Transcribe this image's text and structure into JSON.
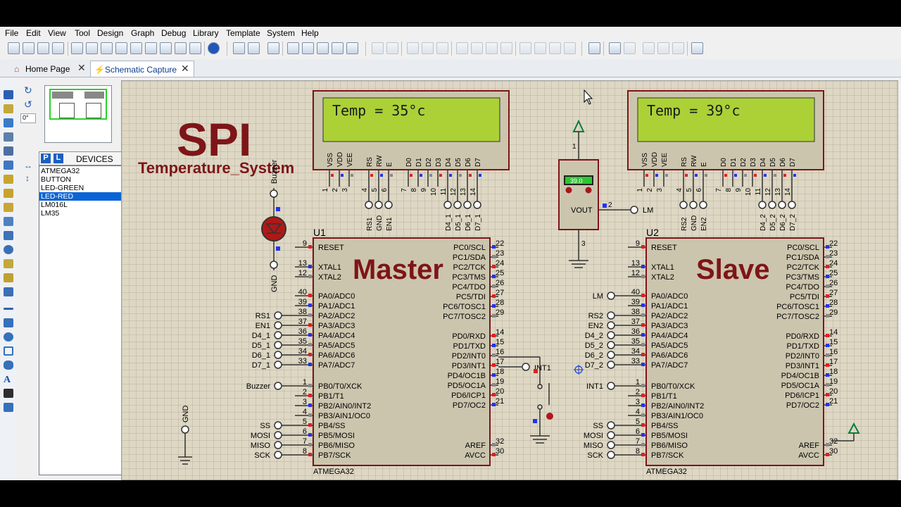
{
  "menu": [
    "File",
    "Edit",
    "View",
    "Tool",
    "Design",
    "Graph",
    "Debug",
    "Library",
    "Template",
    "System",
    "Help"
  ],
  "tabs": {
    "home": "Home Page",
    "schematic": "Schematic Capture"
  },
  "rotation": "0°",
  "devices": {
    "p_btn": "P",
    "l_btn": "L",
    "title": "DEVICES",
    "items": [
      "ATMEGA32",
      "BUTTON",
      "LED-GREEN",
      "LED-RED",
      "LM016L",
      "LM35"
    ],
    "selected": "LED-RED"
  },
  "schematic": {
    "title": "SPI",
    "subtitle": "Temperature_System",
    "lcd1_text": "Temp = 35°c",
    "lcd2_text": "Temp = 39°c",
    "lcd_pins": [
      "VSS",
      "VDD",
      "VEE",
      "RS",
      "RW",
      "E",
      "D0",
      "D1",
      "D2",
      "D3",
      "D4",
      "D5",
      "D6",
      "D7"
    ],
    "lcd_pin_nums": [
      "1",
      "2",
      "3",
      "4",
      "5",
      "6",
      "7",
      "8",
      "9",
      "10",
      "11",
      "12",
      "13",
      "14"
    ],
    "lcd1_nets": [
      "RS1",
      "GND",
      "EN1",
      "D4_1",
      "D5_1",
      "D6_1",
      "D7_1"
    ],
    "lcd2_nets": [
      "RS2",
      "GND",
      "EN2",
      "D4_2",
      "D5_2",
      "D6_2",
      "D7_2"
    ],
    "u1": {
      "ref": "U1",
      "label": "Master",
      "part": "ATMEGA32"
    },
    "u2": {
      "ref": "U2",
      "label": "Slave",
      "part": "ATMEGA32"
    },
    "mcu_left_pins": [
      {
        "name": "RESET",
        "num": "9"
      },
      {
        "name": "XTAL1",
        "num": "13"
      },
      {
        "name": "XTAL2",
        "num": "12"
      },
      {
        "name": "PA0/ADC0",
        "num": "40"
      },
      {
        "name": "PA1/ADC1",
        "num": "39"
      },
      {
        "name": "PA2/ADC2",
        "num": "38"
      },
      {
        "name": "PA3/ADC3",
        "num": "37"
      },
      {
        "name": "PA4/ADC4",
        "num": "36"
      },
      {
        "name": "PA5/ADC5",
        "num": "35"
      },
      {
        "name": "PA6/ADC6",
        "num": "34"
      },
      {
        "name": "PA7/ADC7",
        "num": "33"
      },
      {
        "name": "PB0/T0/XCK",
        "num": "1"
      },
      {
        "name": "PB1/T1",
        "num": "2"
      },
      {
        "name": "PB2/AIN0/INT2",
        "num": "3"
      },
      {
        "name": "PB3/AIN1/OC0",
        "num": "4"
      },
      {
        "name": "PB4/SS",
        "num": "5"
      },
      {
        "name": "PB5/MOSI",
        "num": "6"
      },
      {
        "name": "PB6/MISO",
        "num": "7"
      },
      {
        "name": "PB7/SCK",
        "num": "8"
      }
    ],
    "mcu_right_pins": [
      {
        "name": "PC0/SCL",
        "num": "22"
      },
      {
        "name": "PC1/SDA",
        "num": "23"
      },
      {
        "name": "PC2/TCK",
        "num": "24"
      },
      {
        "name": "PC3/TMS",
        "num": "25"
      },
      {
        "name": "PC4/TDO",
        "num": "26"
      },
      {
        "name": "PC5/TDI",
        "num": "27"
      },
      {
        "name": "PC6/TOSC1",
        "num": "28"
      },
      {
        "name": "PC7/TOSC2",
        "num": "29"
      },
      {
        "name": "PD0/RXD",
        "num": "14"
      },
      {
        "name": "PD1/TXD",
        "num": "15"
      },
      {
        "name": "PD2/INT0",
        "num": "16"
      },
      {
        "name": "PD3/INT1",
        "num": "17"
      },
      {
        "name": "PD4/OC1B",
        "num": "18"
      },
      {
        "name": "PD5/OC1A",
        "num": "19"
      },
      {
        "name": "PD6/ICP1",
        "num": "20"
      },
      {
        "name": "PD7/OC2",
        "num": "21"
      },
      {
        "name": "AREF",
        "num": "32"
      },
      {
        "name": "AVCC",
        "num": "30"
      }
    ],
    "u1_nets": [
      "RS1",
      "EN1",
      "D4_1",
      "D5_1",
      "D6_1",
      "D7_1",
      "Buzzer",
      "SS",
      "MOSI",
      "MISO",
      "SCK"
    ],
    "u2_nets": [
      "LM",
      "RS2",
      "EN2",
      "D4_2",
      "D5_2",
      "D6_2",
      "D7_2",
      "INT1",
      "SS",
      "MOSI",
      "MISO",
      "SCK"
    ],
    "buzzer_label": "Buzzer",
    "gnd_label": "GND",
    "lm35_value": "39.0",
    "lm35_pins": {
      "vcc": "1",
      "out": "2",
      "gnd": "3"
    },
    "vout_label": "VOUT",
    "lm_net": "LM",
    "int1_net": "INT1"
  }
}
